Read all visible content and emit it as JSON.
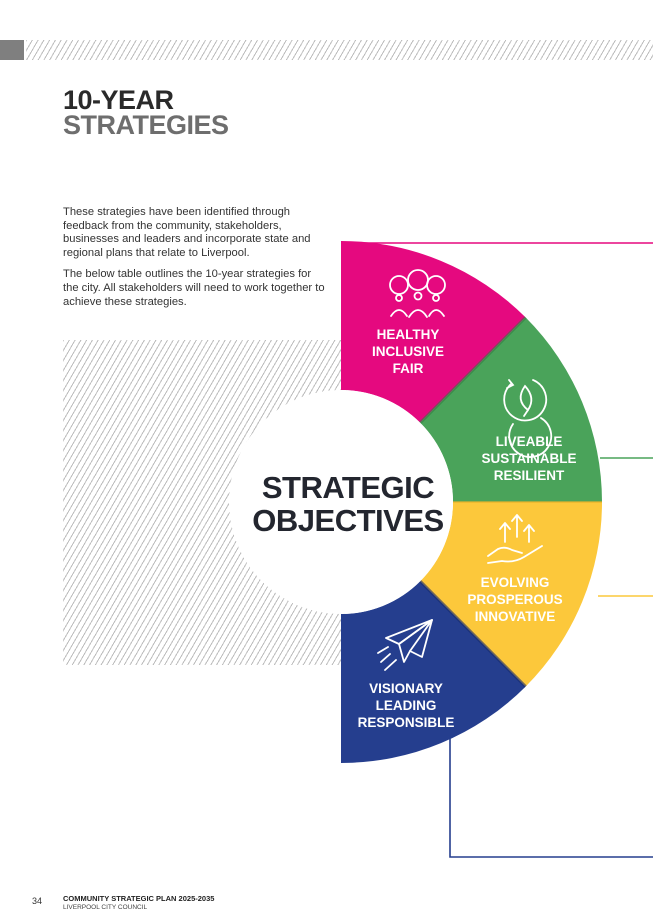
{
  "page": {
    "title_line1": "10-YEAR",
    "title_line2": "STRATEGIES",
    "intro": [
      "These strategies have been identified through feedback from the community, stakeholders, businesses and leaders and incorporate state and regional plans that relate to Liverpool.",
      "The below table outlines the 10-year strategies for the city. All stakeholders will need to work together to achieve these strategies."
    ]
  },
  "wheel": {
    "center_line1": "STRATEGIC",
    "center_line2": "OBJECTIVES",
    "segments": [
      {
        "label1": "HEALTHY",
        "label2": "INCLUSIVE",
        "label3": "FAIR",
        "color": "#e5097f",
        "icon": "people-icon"
      },
      {
        "label1": "LIVEABLE",
        "label2": "SUSTAINABLE",
        "label3": "RESILIENT",
        "color": "#4aa35a",
        "icon": "leaf-icon"
      },
      {
        "label1": "EVOLVING",
        "label2": "PROSPEROUS",
        "label3": "INNOVATIVE",
        "color": "#fcc83b",
        "icon": "growth-hand-icon"
      },
      {
        "label1": "VISIONARY",
        "label2": "LEADING",
        "label3": "RESPONSIBLE",
        "color": "#253e8e",
        "icon": "paper-plane-icon"
      }
    ]
  },
  "footer": {
    "page_number": "34",
    "title": "COMMUNITY STRATEGIC PLAN 2025-2035",
    "subtitle": "LIVERPOOL CITY COUNCIL"
  }
}
